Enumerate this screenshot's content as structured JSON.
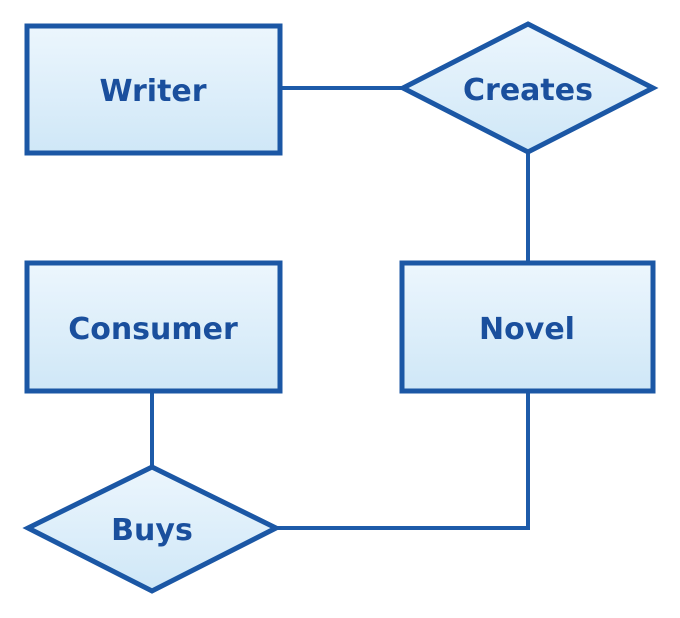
{
  "diagram": {
    "type": "entity-relationship",
    "background_color": "#ffffff",
    "style": {
      "shape_border_color": "#1b57a5",
      "connector_color": "#1d5ba9",
      "shape_fill_top": "#ecf6fd",
      "shape_fill_bottom": "#cfe7f7",
      "label_color": "#1a4f9d"
    },
    "entities": [
      {
        "label": "Writer",
        "shape": "rectangle"
      },
      {
        "label": "Consumer",
        "shape": "rectangle"
      },
      {
        "label": "Novel",
        "shape": "rectangle"
      }
    ],
    "relationships": [
      {
        "label": "Creates",
        "shape": "diamond"
      },
      {
        "label": "Buys",
        "shape": "diamond"
      }
    ],
    "connections": [
      {
        "from": "Writer",
        "to": "Creates"
      },
      {
        "from": "Creates",
        "to": "Novel"
      },
      {
        "from": "Consumer",
        "to": "Buys"
      },
      {
        "from": "Buys",
        "to": "Novel"
      }
    ]
  }
}
